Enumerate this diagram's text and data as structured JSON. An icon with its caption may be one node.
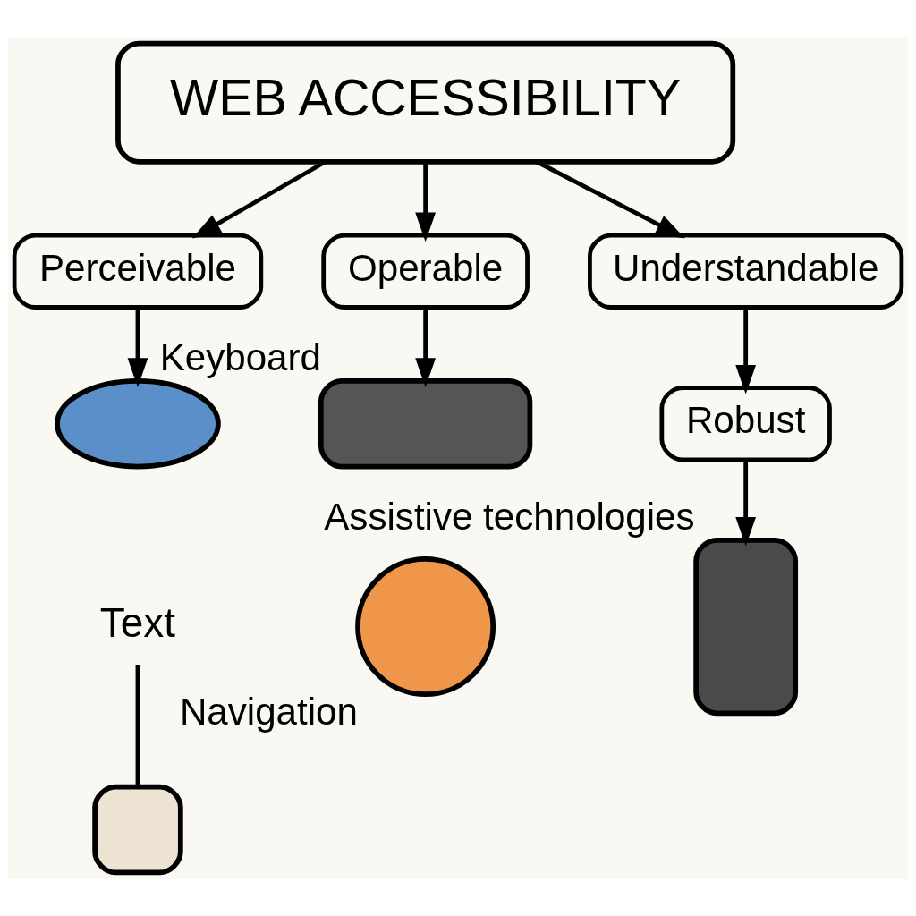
{
  "diagram": {
    "nodes": [
      {
        "text": [
          "WEB ACCESSIBILITY"
        ]
      },
      {
        "text": [
          "Perceivable"
        ]
      },
      {
        "text": [
          "Operable"
        ]
      },
      {
        "text": [
          "Understandable"
        ]
      },
      {
        "text": [
          "Robust"
        ]
      },
      {
        "text": [],
        "shape": "eye"
      },
      {
        "text": [
          "Text"
        ]
      },
      {
        "text": [],
        "shape": "keyboard",
        "beside": [
          "Keyboard"
        ]
      },
      {
        "text": [],
        "shape": "phone",
        "beside": [
          "Assistive technologies"
        ]
      },
      {
        "text": [],
        "shape": "box"
      },
      {
        "text": [],
        "shape": "circle",
        "beside": [
          "Navigation"
        ]
      }
    ],
    "edges": [
      {
        "from": 0,
        "to": 1,
        "arrow": "to"
      },
      {
        "from": 0,
        "to": 2,
        "arrow": "to"
      },
      {
        "from": 0,
        "to": 3,
        "arrow": "to"
      },
      {
        "from": 1,
        "to": 5,
        "arrow": "to"
      },
      {
        "from": 2,
        "to": 7,
        "arrow": "to"
      },
      {
        "from": 3,
        "to": 4,
        "arrow": "to"
      },
      {
        "from": 4,
        "to": 8,
        "arrow": "to"
      },
      {
        "from": 6,
        "to": 9,
        "arrow": "none"
      }
    ]
  }
}
